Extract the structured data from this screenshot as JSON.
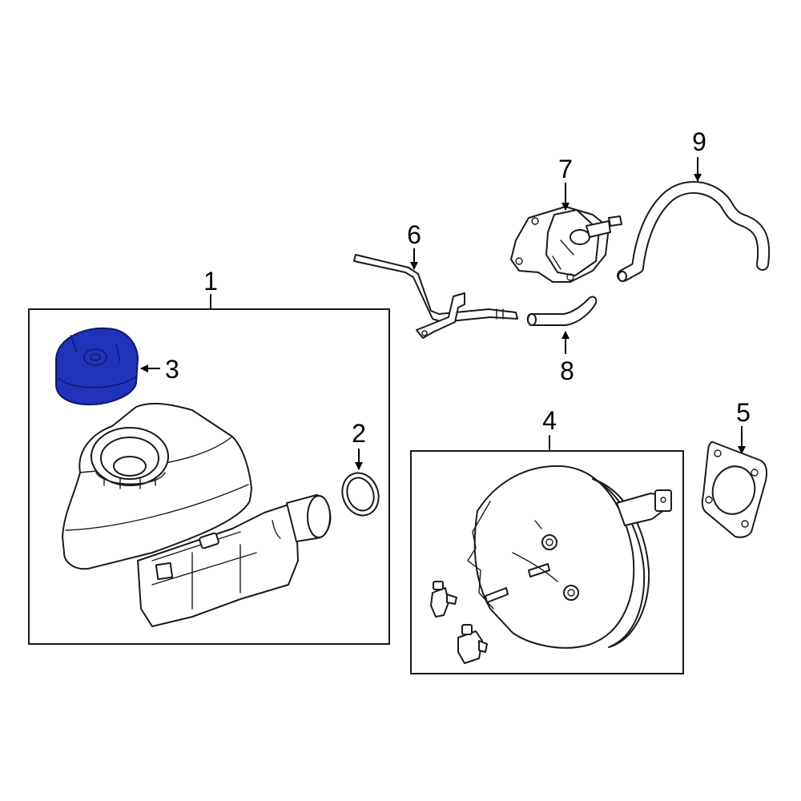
{
  "diagram": {
    "highlight_color": "#2233bb",
    "line_color": "#1a1a1a",
    "background": "#ffffff",
    "callouts": [
      {
        "id": "1",
        "label": "1",
        "part": "brake master cylinder assembly"
      },
      {
        "id": "2",
        "label": "2",
        "part": "seal ring"
      },
      {
        "id": "3",
        "label": "3",
        "part": "reservoir cap",
        "highlighted": true
      },
      {
        "id": "4",
        "label": "4",
        "part": "brake booster assembly"
      },
      {
        "id": "5",
        "label": "5",
        "part": "gasket"
      },
      {
        "id": "6",
        "label": "6",
        "part": "vacuum tube"
      },
      {
        "id": "7",
        "label": "7",
        "part": "vacuum pump"
      },
      {
        "id": "8",
        "label": "8",
        "part": "vacuum hose"
      },
      {
        "id": "9",
        "label": "9",
        "part": "vacuum hose"
      }
    ]
  }
}
